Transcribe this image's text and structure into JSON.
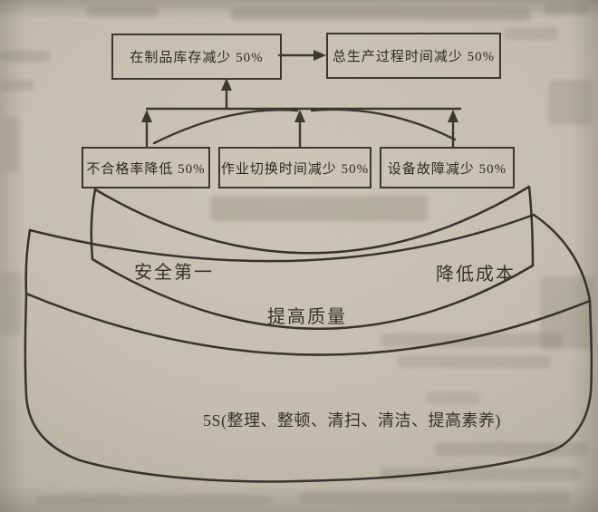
{
  "figure": {
    "title_hint": "lean-production improvement pyramid (scanned book diagram)",
    "top_row": {
      "left_box": {
        "label": "在制品库存减少 50%"
      },
      "right_box": {
        "label": "总生产过程时间减少 50%"
      }
    },
    "middle_row": {
      "box1": {
        "label": "不合格率降低 50%"
      },
      "box2": {
        "label": "作业切换时间减少 50%"
      },
      "box3": {
        "label": "设备故障减少 50%"
      }
    },
    "cake": {
      "tier1_left_label": "安全第一",
      "tier1_right_label": "降低成本",
      "tier2_label": "提高质量",
      "tier3_label": "5S(整理、整顿、清扫、清洁、提高素养)"
    },
    "colors": {
      "paper": "#c3beb0",
      "paper_edge": "#989588",
      "ink": "#35332c"
    }
  }
}
